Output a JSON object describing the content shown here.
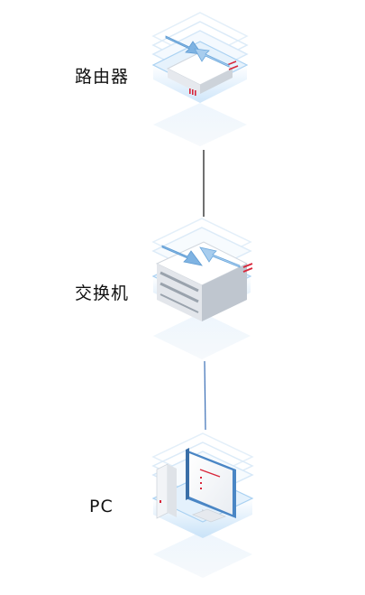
{
  "nodes": [
    {
      "id": "router",
      "label": "路由器",
      "icon": "router-icon"
    },
    {
      "id": "switch",
      "label": "交换机",
      "icon": "switch-icon"
    },
    {
      "id": "pc",
      "label": "PC",
      "icon": "pc-icon"
    }
  ],
  "links": [
    {
      "from": "router",
      "to": "switch",
      "color": "#111111"
    },
    {
      "from": "switch",
      "to": "pc",
      "color": "#3b6fb6"
    }
  ],
  "colors": {
    "tile_glow": "#cfe6fa",
    "tile_edge": "#8ec3ef",
    "arrow_blue": "#6aa7dc",
    "accent_red": "#d8263a",
    "device_grey": "#d9dde3"
  }
}
